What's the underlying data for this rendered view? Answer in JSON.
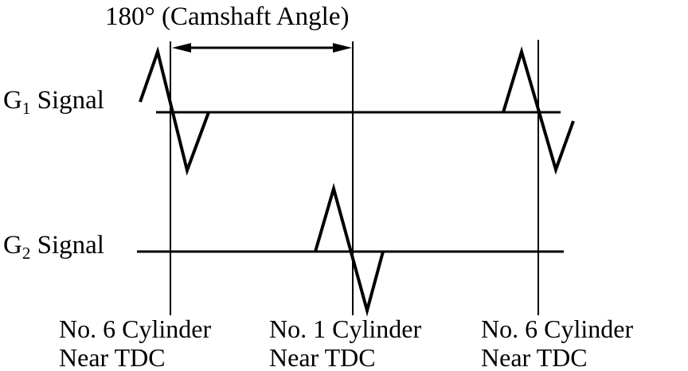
{
  "title": "180° (Camshaft Angle)",
  "signals": [
    {
      "prefix": "G",
      "subscript": "1",
      "suffix": " Signal"
    },
    {
      "prefix": "G",
      "subscript": "2",
      "suffix": " Signal"
    }
  ],
  "markers": [
    {
      "line1": "No. 6 Cylinder",
      "line2": "Near TDC"
    },
    {
      "line1": "No. 1 Cylinder",
      "line2": "Near TDC"
    },
    {
      "line1": "No. 6 Cylinder",
      "line2": "Near TDC"
    }
  ]
}
